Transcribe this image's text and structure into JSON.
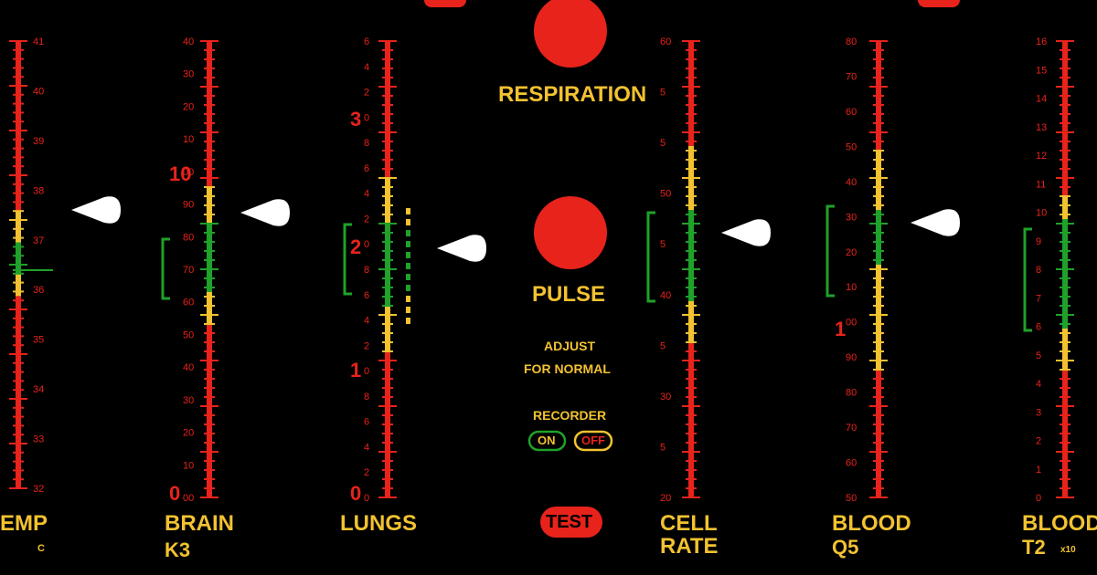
{
  "colors": {
    "background": "#000000",
    "red": "#e8231b",
    "yellow": "#f2c230",
    "green": "#1fa12a",
    "label": "#f2c230",
    "tick_text_red": "#e8231b"
  },
  "gauges": [
    {
      "id": "temp",
      "label": "EMP",
      "sub": "C",
      "sub_note": "",
      "icons": [
        "pointer-arrow-icon"
      ],
      "tick_labels": [
        "41",
        "40",
        "39",
        "38",
        "37",
        "36",
        "35",
        "34",
        "33",
        "32"
      ],
      "big_labels": [],
      "zones": {
        "red_top": 0.38,
        "yellow_top": 0.38,
        "green": [
          0.45,
          0.52
        ],
        "yellow_bottom_end": 0.57
      }
    },
    {
      "id": "brain",
      "label": "BRAIN",
      "sub": "K3",
      "sub_note": "",
      "tick_labels": [
        "40",
        "30",
        "20",
        "10",
        "00",
        "90",
        "80",
        "70",
        "60",
        "50",
        "40",
        "30",
        "20",
        "10",
        "00"
      ],
      "big_labels": [
        "10",
        "0"
      ],
      "zones": {
        "yellow": [
          0.32,
          0.62
        ],
        "green": [
          0.4,
          0.55
        ]
      }
    },
    {
      "id": "lungs",
      "label": "LUNGS",
      "sub": "",
      "sub_note": "",
      "tick_labels": [
        "6",
        "4",
        "2",
        "0",
        "8",
        "6",
        "4",
        "2",
        "0",
        "8",
        "6",
        "4",
        "2",
        "0",
        "8",
        "6",
        "4",
        "2",
        "0"
      ],
      "big_labels": [
        "3",
        "2",
        "1",
        "0"
      ],
      "zones": {
        "yellow": [
          0.3,
          0.68
        ],
        "green": [
          0.4,
          0.58
        ]
      }
    },
    {
      "id": "cell-rate",
      "label": "CELL",
      "sub": "RATE",
      "sub_note": "",
      "tick_labels": [
        "60",
        "5",
        "5",
        "50",
        "5",
        "40",
        "5",
        "30",
        "5",
        "20"
      ],
      "big_labels": [],
      "zones": {
        "yellow": [
          0.23,
          0.66
        ],
        "green": [
          0.37,
          0.57
        ]
      }
    },
    {
      "id": "blood-q",
      "label": "BLOOD",
      "sub": "Q5",
      "sub_note": "",
      "tick_labels": [
        "80",
        "70",
        "60",
        "50",
        "40",
        "30",
        "20",
        "10",
        "00",
        "90",
        "80",
        "70",
        "60",
        "50"
      ],
      "big_labels": [
        "1"
      ],
      "zones": {
        "yellow": [
          0.24,
          0.72
        ],
        "green": [
          0.37,
          0.49
        ]
      }
    },
    {
      "id": "blood-t",
      "label": "BLOOD",
      "sub": "T2",
      "sub_note": "x10",
      "tick_labels": [
        "16",
        "15",
        "14",
        "13",
        "12",
        "11",
        "10",
        "9",
        "8",
        "7",
        "6",
        "5",
        "4",
        "3",
        "2",
        "1",
        "0"
      ],
      "big_labels": [],
      "zones": {
        "yellow": [
          0.34,
          0.72
        ],
        "green": [
          0.39,
          0.63
        ]
      }
    }
  ],
  "indicators": {
    "respiration": {
      "label": "RESPIRATION",
      "state": "on"
    },
    "pulse": {
      "label": "PULSE",
      "state": "on"
    }
  },
  "controls": {
    "adjust_line1": "ADJUST",
    "adjust_line2": "FOR NORMAL",
    "recorder_label": "RECORDER",
    "on_label": "ON",
    "off_label": "OFF",
    "test_label": "TEST"
  }
}
